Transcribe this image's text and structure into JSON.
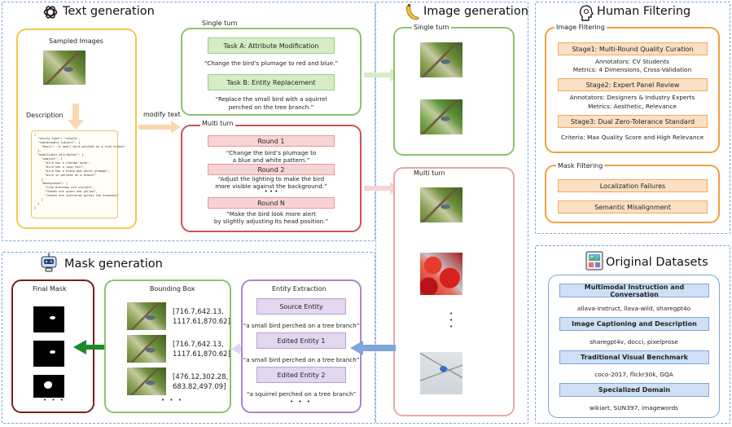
{
  "text_generation": {
    "title": "Text generation",
    "sampled_images_label": "Sampled Images",
    "description_label": "Description",
    "modify_text_label": "modify text",
    "description_json_lines": [
      "{",
      "  \"entity_type\": \"single\",",
      "  \"replaceable_subject\": {",
      "    \"basic\": \"a small bird perched on a tree branch\"",
      "  },",
      "  \"modifiable_attributes\": {",
      "    \"subject\": [",
      "      \"bird has a slender body\",",
      "      \"bird has a long tail\",",
      "      \"bird has a black and white plumage\",",
      "      \"bird is perched on a branch\"",
      "    ],",
      "    \"background\": [",
      "      \"tree branches are visible\",",
      "      \"leaves are green and yellow\",",
      "      \"leaves are scattered across the branches\"",
      "    ]",
      "  }",
      "}"
    ],
    "single_turn": {
      "title": "Single turn",
      "task_a": "Task A: Attribute Modification",
      "task_a_quote": "“Change the bird’s plumage to red and blue.”",
      "task_b": "Task B: Entity Replacement",
      "task_b_quote_1": "“Replace the small bird with a squirrel",
      "task_b_quote_2": "perched on the tree branch.”"
    },
    "multi_turn": {
      "title": "Multi turn",
      "round_1": "Round 1",
      "round_1_quote_1": "“Change the bird’s plumage to",
      "round_1_quote_2": "a blue and white pattern.”",
      "round_2": "Round 2",
      "round_2_quote_1": "“Adjust the lighting to make the bird",
      "round_2_quote_2": "more visible against the background.”",
      "ellipsis": "• • •",
      "round_n": "Round N",
      "round_n_quote_1": "“Make the bird look more alert",
      "round_n_quote_2": "by slightly adjusting its head position.”"
    }
  },
  "image_generation": {
    "title": "Image generation",
    "single_turn_label": "Single turn",
    "multi_turn_label": "Multi turn",
    "vertical_dots": "•\n•\n•"
  },
  "human_filtering": {
    "title": "Human Filtering",
    "image_filtering": {
      "title": "Image Filtering",
      "stage1": "Stage1: Multi-Round Quality Curation",
      "stage1_line1": "Annotators: CV Students",
      "stage1_line2": "Metrics: 4 Dimensions, Cross-Validation",
      "stage2": "Stage2: Expert Panel Review",
      "stage2_line1": "Annotators: Designers & Industry Experts",
      "stage2_line2": "Metrics: Aesthetic, Relevance",
      "stage3": "Stage3: Dual Zero-Tolerance Standard",
      "stage3_line1": "Criteria: Max Quality Score and High Relevance"
    },
    "mask_filtering": {
      "title": "Mask Filtering",
      "item1": "Localization Failures",
      "item2": "Semantic Misalignment"
    }
  },
  "original_datasets": {
    "title": "Original Datasets",
    "groups": [
      {
        "name": "Multimodal Instruction and Conversation",
        "items": "allava-instruct, llava-wild, sharegpt4o"
      },
      {
        "name": "Image Captioning and Description",
        "items": "sharegpt4v, docci, pixelprose"
      },
      {
        "name": "Traditional Visual Benchmark",
        "items": "coco-2017, flickr30k, GQA"
      },
      {
        "name": "Specialized Domain",
        "items": "wikiart, SUN397, imagewords"
      }
    ]
  },
  "mask_generation": {
    "title": "Mask generation",
    "final_mask_label": "Final Mask",
    "bounding_box_label": "Bounding Box",
    "entity_extraction_label": "Entity Extraction",
    "bbox_1": [
      "[716.7,642.13,",
      "1117.61,870.62]"
    ],
    "bbox_2": [
      "[716.7,642.13,",
      "1117.61,870.62]"
    ],
    "bbox_3": [
      "[476.12,302.28,",
      "683.82,497.09]"
    ],
    "source_entity": "Source Entity",
    "source_entity_quote": "“a small bird perched on a tree branch”",
    "edited_entity_1": "Edited Entity 1",
    "edited_entity_1_quote": "“a small bird perched on a tree branch”",
    "edited_entity_2": "Edited Entity 2",
    "edited_entity_2_quote": "“a squirrel perched on a tree branch”",
    "ellipsis": "• • •"
  },
  "colors": {
    "dashed_border": "#7ea6d8",
    "yellow": "#f2c94c",
    "green": "#8cc26e",
    "red": "#c9545a",
    "pink": "#e7a9a9",
    "purple": "#a888c9",
    "orange": "#efa141",
    "dark_red": "#7a1f1f",
    "arrow_green": "#1f8a2a"
  }
}
